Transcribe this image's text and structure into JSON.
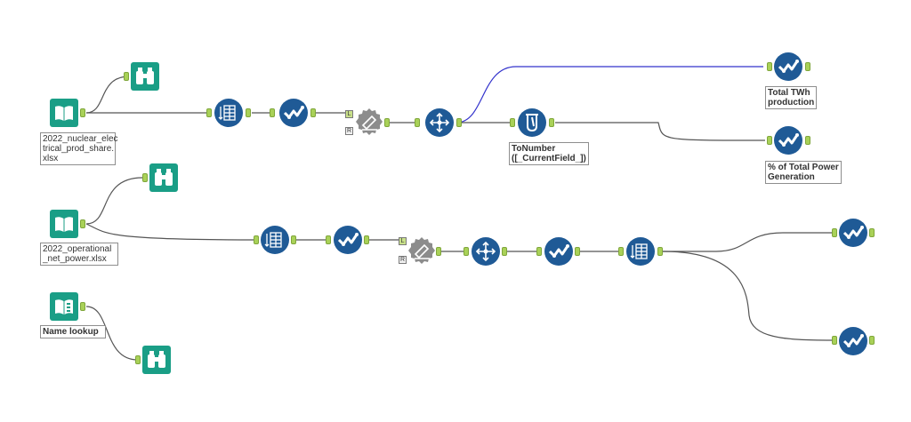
{
  "colors": {
    "input": "#1a9e86",
    "browse": "#1a9e86",
    "prep": "#1f5a96",
    "wire": "#555555",
    "wire_selected": "#3333cc",
    "anchor": "#a9d158",
    "join": "#8c8c8c"
  },
  "icons": {
    "input": "book-icon",
    "browse": "binoculars-icon",
    "select": "checkmark-icon",
    "formula": "flask-icon",
    "crosstab": "table-icon",
    "join": "join-icon",
    "transpose": "arrows-icon"
  },
  "labels": {
    "nuclear_input": "2022_nuclear_elec\ntrical_prod_share.\nxlsx",
    "operational_input": "2022_operational\n_net_power.xlsx",
    "name_lookup": "Name lookup",
    "to_number": "ToNumber\n([_CurrentField_])",
    "total_twh": "Total TWh\nproduction",
    "pct_total": "% of Total Power\nGeneration"
  },
  "join_tags": {
    "left": "L",
    "right": "R"
  }
}
